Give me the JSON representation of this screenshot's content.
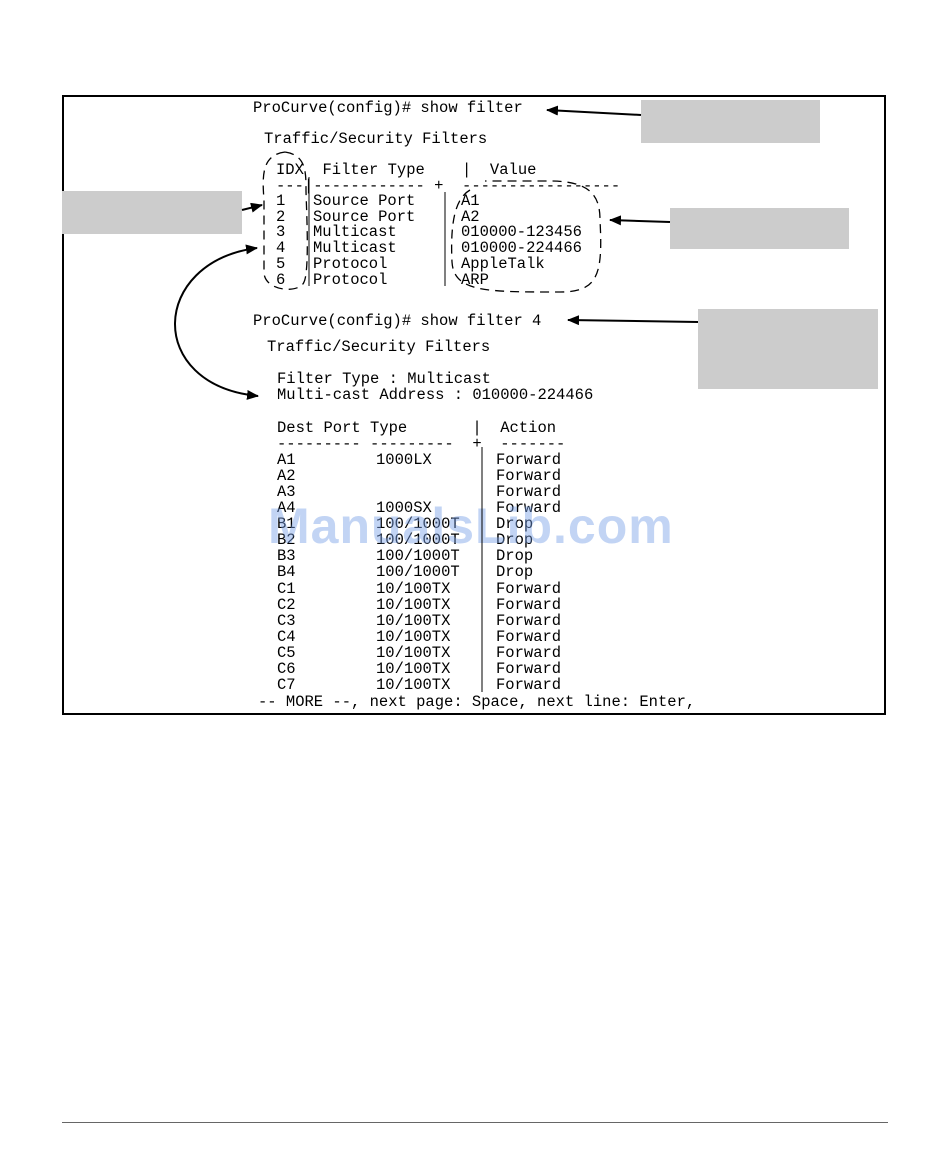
{
  "cmd1": {
    "prompt": "ProCurve(config)# show filter",
    "title": "Traffic/Security Filters",
    "header": "IDX  Filter Type    |  Value",
    "separator": "---|------------ +  -----------------",
    "rows": [
      {
        "idx": "1",
        "type": "Source Port",
        "value": "A1"
      },
      {
        "idx": "2",
        "type": "Source Port",
        "value": "A2"
      },
      {
        "idx": "3",
        "type": "Multicast",
        "value": "010000-123456"
      },
      {
        "idx": "4",
        "type": "Multicast",
        "value": "010000-224466"
      },
      {
        "idx": "5",
        "type": "Protocol",
        "value": "AppleTalk"
      },
      {
        "idx": "6",
        "type": "Protocol",
        "value": "ARP"
      }
    ]
  },
  "cmd2": {
    "prompt": "ProCurve(config)# show filter 4",
    "title": "Traffic/Security Filters",
    "filter_type": "Filter Type : Multicast",
    "mcast_addr": "Multi-cast Address : 010000-224466",
    "header": "Dest Port Type       |  Action",
    "separator": "--------- ---------  +  -------",
    "rows": [
      {
        "port": "A1",
        "type": "1000LX",
        "action": "Forward"
      },
      {
        "port": "A2",
        "type": "",
        "action": "Forward"
      },
      {
        "port": "A3",
        "type": "",
        "action": "Forward"
      },
      {
        "port": "A4",
        "type": "1000SX",
        "action": "Forward"
      },
      {
        "port": "B1",
        "type": "100/1000T",
        "action": "Drop"
      },
      {
        "port": "B2",
        "type": "100/1000T",
        "action": "Drop"
      },
      {
        "port": "B3",
        "type": "100/1000T",
        "action": "Drop"
      },
      {
        "port": "B4",
        "type": "100/1000T",
        "action": "Drop"
      },
      {
        "port": "C1",
        "type": "10/100TX",
        "action": "Forward"
      },
      {
        "port": "C2",
        "type": "10/100TX",
        "action": "Forward"
      },
      {
        "port": "C3",
        "type": "10/100TX",
        "action": "Forward"
      },
      {
        "port": "C4",
        "type": "10/100TX",
        "action": "Forward"
      },
      {
        "port": "C5",
        "type": "10/100TX",
        "action": "Forward"
      },
      {
        "port": "C6",
        "type": "10/100TX",
        "action": "Forward"
      },
      {
        "port": "C7",
        "type": "10/100TX",
        "action": "Forward"
      }
    ],
    "more": "-- MORE --, next page: Space, next line: Enter,"
  },
  "watermark": "ManualsLib.com",
  "colors": {
    "callout": "#cccccc",
    "watermark": "#78a0e6"
  }
}
